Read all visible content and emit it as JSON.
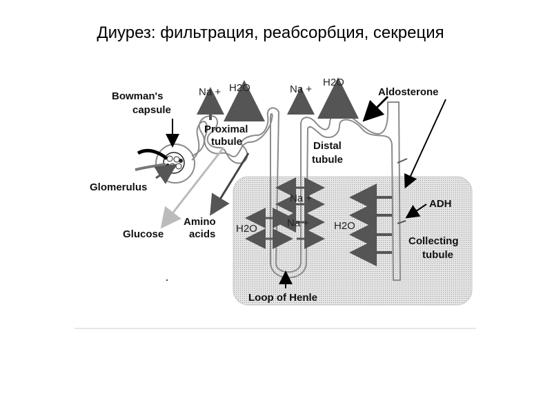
{
  "title": "Диурез: фильтрация, реабсорбция, секреция",
  "labels": {
    "bowmans_capsule_line1": "Bowman's",
    "bowmans_capsule_line2": "capsule",
    "glomerulus": "Glomerulus",
    "glucose": "Glucose",
    "amino_line1": "Amino",
    "amino_line2": "acids",
    "proximal_line1": "Proximal",
    "proximal_line2": "tubule",
    "distal_line1": "Distal",
    "distal_line2": "tubule",
    "aldosterone": "Aldosterone",
    "adh": "ADH",
    "collecting_line1": "Collecting",
    "collecting_line2": "tubule",
    "loop_of_henle": "Loop of Henle",
    "na_proximal": "Na +",
    "h2o_proximal": "H2O",
    "na_distal": "Na +",
    "h2o_distal": "H2O",
    "na_loop_1": "Na +",
    "na_loop_2": "Na +",
    "h2o_loop": "H2O",
    "h2o_collecting": "H2O"
  },
  "colors": {
    "medulla_fill": "#d9d9d9",
    "arrow_dark": "#555555",
    "arrow_black": "#000000",
    "arrow_light": "#bfbfbf",
    "tubule_stroke": "#8a8a8a"
  }
}
